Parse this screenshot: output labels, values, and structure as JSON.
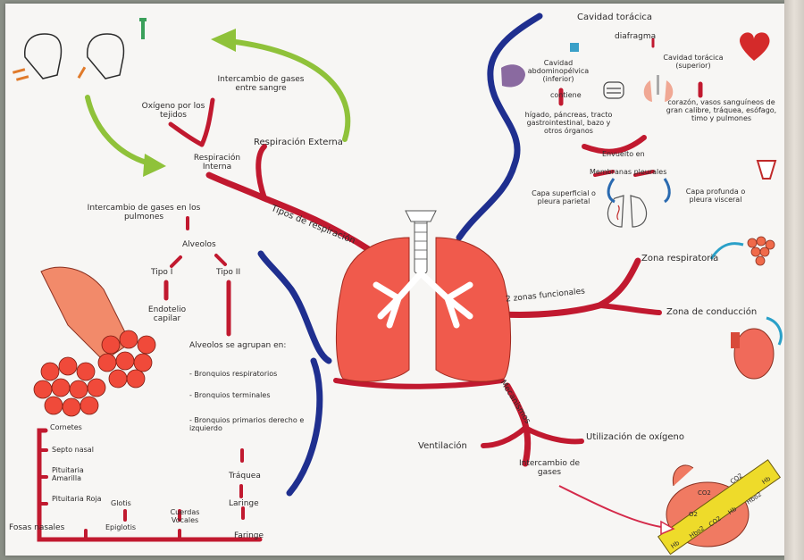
{
  "center": {
    "label": "Tipos de respiración"
  },
  "left": {
    "external": "Respiración Externa",
    "internal": "Respiración Interna",
    "oxygen_tissues": "Oxígeno por los tejidos",
    "gas_exchange_blood": "Intercambio de gases entre sangre",
    "gas_exchange_lungs": "Intercambio de gases en los pulmones",
    "alveoli": "Alveolos",
    "type1": "Tipo I",
    "type2": "Tipo II",
    "endothelium": "Endotelio capilar",
    "alveoli_group": "Alveolos se agrupan en:",
    "bronchi_resp": "- Bronquios respiratorios",
    "bronchi_term": "- Bronquios terminales",
    "bronchi_prim": "- Bronquios primarios derecho e izquierdo",
    "trachea": "Tráquea",
    "larynx": "Laringe",
    "pharynx": "Faringe",
    "nasal_fossae": "Fosas nasales",
    "cornetes": "Cornetes",
    "nasal_septum": "Septo nasal",
    "pituitary_yellow": "Pituitaria Amarilla",
    "pituitary_red": "Pituitaria Roja",
    "glottis": "Glotis",
    "epiglottis": "Epiglotis",
    "vocal_cords": "Cuerdas Vocales"
  },
  "right": {
    "thoracic_cavity": "Cavidad torácica",
    "diaphragm": "diafragma",
    "abdomino_pelvic": "Cavidad abdominopélvica (inferior)",
    "contains": "contiene",
    "abd_organs": "hígado, páncreas, tracto gastrointestinal, bazo y otros órganos",
    "thoracic_superior": "Cavidad torácica (superior)",
    "thor_organs": "corazón, vasos sanguíneos de gran calibre, tráquea, esófago, timo y pulmones",
    "wrapped": "Envuelto en",
    "pleural": "Membranas pleurales",
    "parietal": "Capa superficial o pleura parietal",
    "visceral": "Capa profunda o pleura visceral",
    "two_zones": "2 zonas funcionales",
    "resp_zone": "Zona respiratoria",
    "cond_zone": "Zona de conducción",
    "mechanisms": "Mecanismos",
    "ventilation": "Ventilación",
    "oxygen_use": "Utilización de oxígeno",
    "gas_exchange": "Intercambio de gases",
    "hb_labels": [
      "Hb",
      "Hbo2",
      "CO2",
      "Hb",
      "Hbo2",
      "CO2",
      "Hb",
      "CO2",
      "O2"
    ]
  },
  "colors": {
    "red_branch": "#c1192f",
    "blue_branch": "#1f2f8f",
    "lung": "#f05a4c",
    "green_arrow": "#8fc23a",
    "peach": "#f4a07c",
    "yellow": "#eedb2a"
  }
}
